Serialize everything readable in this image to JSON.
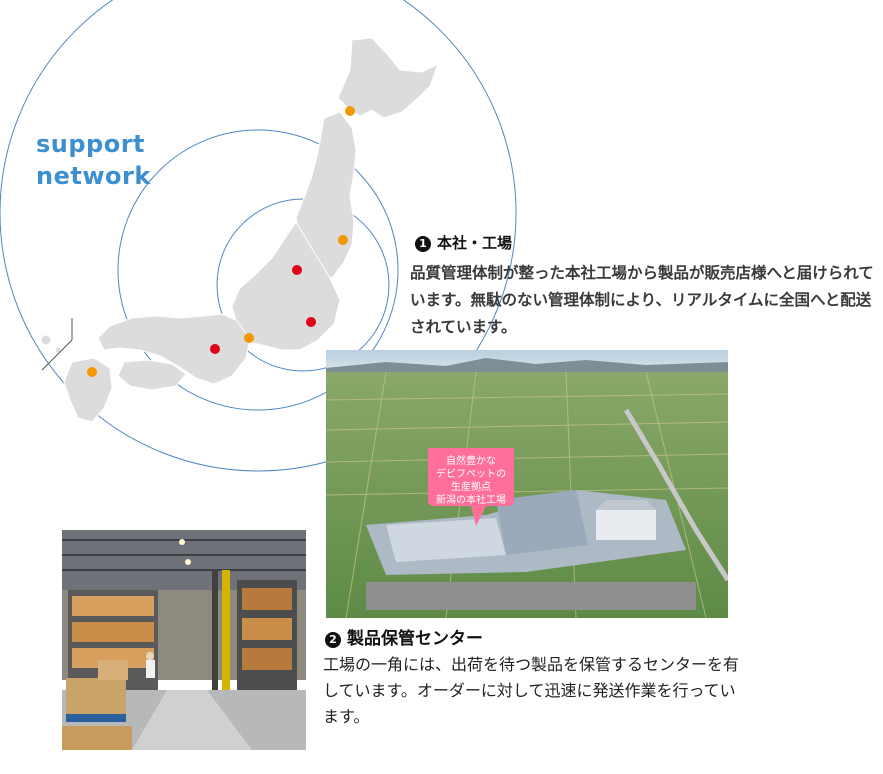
{
  "brand": {
    "line1": "support",
    "line2": "network",
    "color": "#3d8fd0"
  },
  "sections": [
    {
      "number": "1",
      "title": "本社・工場",
      "body": "品質管理体制が整った本社工場から製品が販売店様へと届けられています。無駄のない管理体制により、リアルタイムに全国へと配送されています。"
    },
    {
      "number": "2",
      "title": "製品保管センター",
      "body": "工場の一角には、出荷を待つ製品を保管するセンターを有しています。オーダーに対して迅速に発送作業を行っています。"
    }
  ],
  "factory_photo": {
    "callout_lines": [
      "自然豊かな",
      "デビフペットの",
      "生産拠点",
      "新潟の本社工場"
    ],
    "callout_color": "#ff6f9a"
  },
  "map": {
    "land_color": "#dcdcdc",
    "ring_color": "#4f86c6",
    "marker_colors": {
      "hq": "#e0001b",
      "partner": "#f39800"
    }
  }
}
